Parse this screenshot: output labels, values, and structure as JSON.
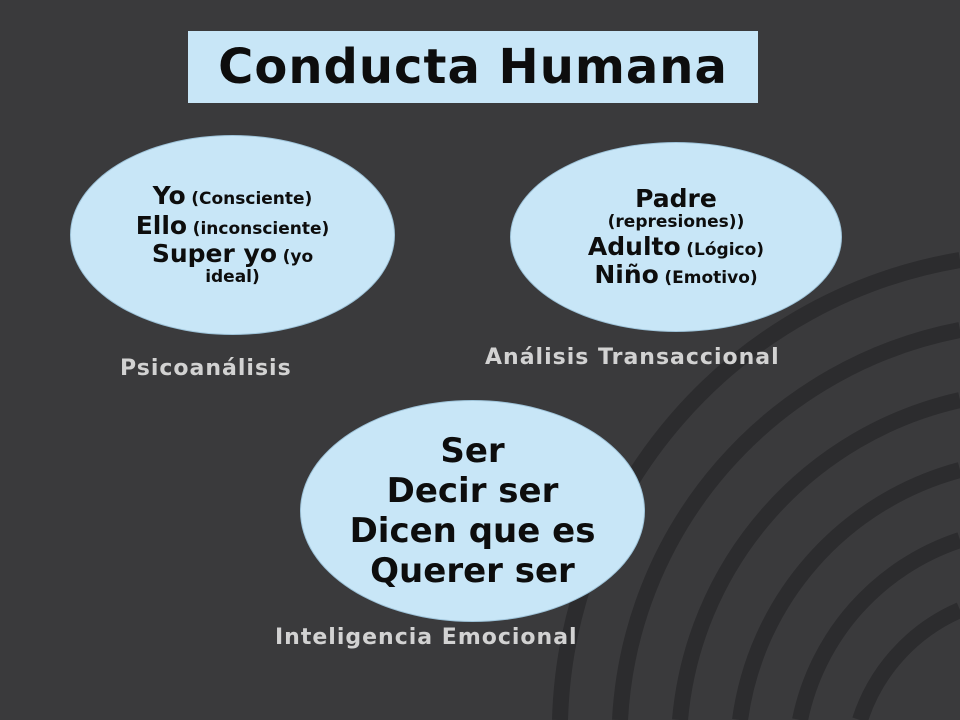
{
  "title": "Conducta Humana",
  "colors": {
    "background": "#3a3a3c",
    "shape_fill": "#c8e6f7",
    "caption_text": "#d2d2d2",
    "arc_stroke": "#2c2c2e"
  },
  "psicoanalisis": {
    "yo": "Yo",
    "yo_desc": "(Consciente)",
    "ello": "Ello",
    "ello_desc": "(inconsciente)",
    "superyo": "Super yo",
    "superyo_desc_a": "(yo",
    "superyo_desc_b": "ideal)",
    "caption": "Psicoanálisis"
  },
  "transaccional": {
    "padre": "Padre",
    "padre_desc": "(represiones))",
    "adulto": "Adulto",
    "adulto_desc": "(Lógico)",
    "nino": "Niño",
    "nino_desc": "(Emotivo)",
    "caption": "Análisis Transaccional"
  },
  "emocional": {
    "items": [
      "Ser",
      "Decir ser",
      "Dicen que es",
      "Querer ser"
    ],
    "caption": "Inteligencia Emocional"
  }
}
